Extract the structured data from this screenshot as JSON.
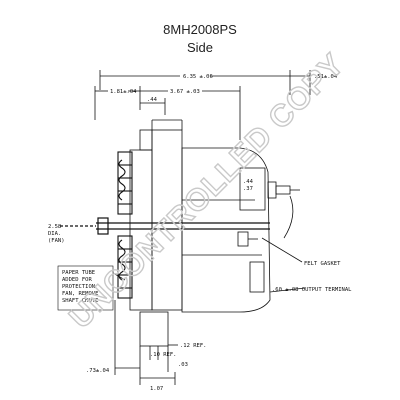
{
  "header": {
    "model": "8MH2008PS",
    "view": "Side"
  },
  "dimensions": {
    "overall_length": "6.35 ±.06",
    "right_offset": ".51±.04",
    "left_offset": "1.81±.04",
    "small_top": ".44",
    "body_length": "3.67 ±.03",
    "pulley_dia": "2.58",
    "pulley_dia_word": "DIA.",
    "pulley_dia_note": "(FAN)",
    "side_44": ".44",
    "side_37": ".37",
    "ref_12": ".12 REF.",
    "ref_10": ".10 REF.",
    "bottom_03": ".03",
    "bottom_73": ".73±.04",
    "bottom_107": "1.07"
  },
  "callouts": {
    "felt_gasket": "FELT GASKET",
    "output_terminal": ".60 ±.08  OUTPUT TERMINAL",
    "paper_tube_1": "PAPER TUBE",
    "paper_tube_2": "ADDED FOR",
    "paper_tube_3": "PROTECTION",
    "paper_tube_4": "FAN, REMOVE",
    "paper_tube_5": "SHAFT CHUTE"
  },
  "watermark": "UNCONTROLLED COPY"
}
